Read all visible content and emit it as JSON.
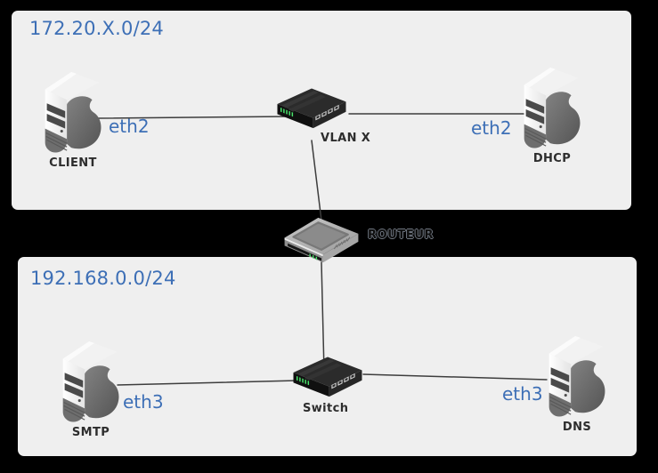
{
  "diagram": {
    "type": "network-topology",
    "background_color": "#000000",
    "zone_fill_color": "#efefef",
    "subnet_text_color": "#3d6fb6",
    "interface_text_color": "#3d6fb6",
    "node_label_color": "#2d2d2d",
    "link_color": "#3d3d3d",
    "led_color": "#49e46b"
  },
  "zones": [
    {
      "subnet": "172.20.X.0/24"
    },
    {
      "subnet": "192.168.0.0/24"
    }
  ],
  "nodes": {
    "client": {
      "label": "CLIENT",
      "type": "server"
    },
    "vlanx": {
      "label": "VLAN X",
      "type": "switch"
    },
    "dhcp": {
      "label": "DHCP",
      "type": "server"
    },
    "routeur": {
      "label": "ROUTEUR",
      "type": "router"
    },
    "smtp": {
      "label": "SMTP",
      "type": "server"
    },
    "switch": {
      "label": "Switch",
      "type": "switch"
    },
    "dns": {
      "label": "DNS",
      "type": "server"
    }
  },
  "interfaces": {
    "client_iface": {
      "label": "eth2"
    },
    "dhcp_iface": {
      "label": "eth2"
    },
    "smtp_iface": {
      "label": "eth3"
    },
    "dns_iface": {
      "label": "eth3"
    }
  },
  "links": [
    {
      "from": "CLIENT",
      "to": "VLAN X"
    },
    {
      "from": "VLAN X",
      "to": "DHCP"
    },
    {
      "from": "VLAN X",
      "to": "ROUTEUR"
    },
    {
      "from": "ROUTEUR",
      "to": "Switch"
    },
    {
      "from": "SMTP",
      "to": "Switch"
    },
    {
      "from": "Switch",
      "to": "DNS"
    }
  ]
}
